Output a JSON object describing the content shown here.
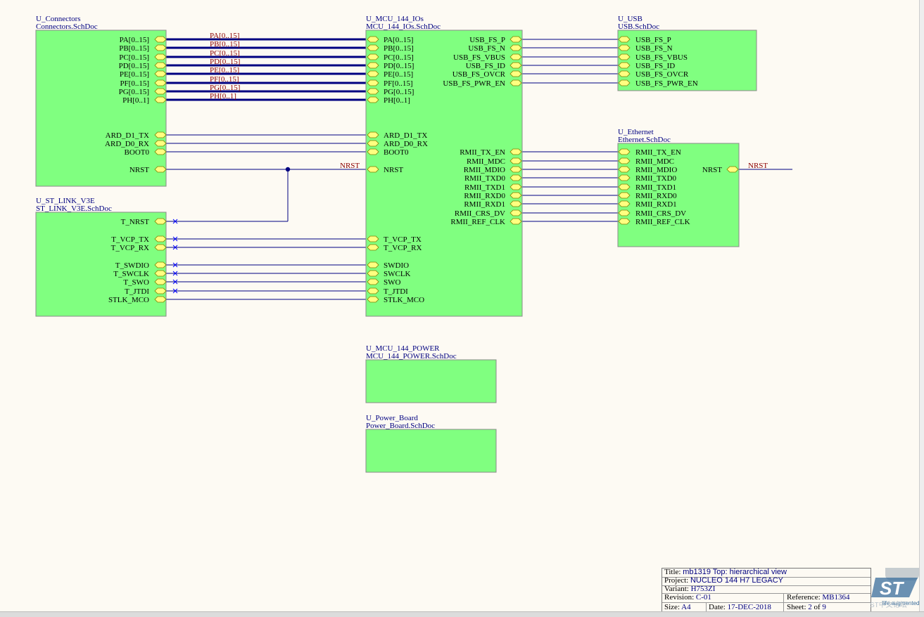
{
  "colors": {
    "sheet_fill": "#80ff80",
    "sheet_border": "#8a8a8a",
    "wire": "#000080",
    "bus": "#000080",
    "port_fill": "#ffff80",
    "port_border": "#808000",
    "header_text": "#000080",
    "net_label": "#8b0000",
    "no_connect": "#0000ff"
  },
  "sheets": {
    "connectors": {
      "designator": "U_Connectors",
      "file": "Connectors.SchDoc",
      "ports": [
        "PA[0..15]",
        "PB[0..15]",
        "PC[0..15]",
        "PD[0..15]",
        "PE[0..15]",
        "PF[0..15]",
        "PG[0..15]",
        "PH[0..1]",
        "ARD_D1_TX",
        "ARD_D0_RX",
        "BOOT0",
        "NRST"
      ]
    },
    "st_link": {
      "designator": "U_ST_LINK_V3E",
      "file": "ST_LINK_V3E.SchDoc",
      "ports": [
        "T_NRST",
        "T_VCP_TX",
        "T_VCP_RX",
        "T_SWDIO",
        "T_SWCLK",
        "T_SWO",
        "T_JTDI",
        "STLK_MCO"
      ]
    },
    "mcu_ios": {
      "designator": "U_MCU_144_IOs",
      "file": "MCU_144_IOs.SchDoc",
      "left_ports": [
        "PA[0..15]",
        "PB[0..15]",
        "PC[0..15]",
        "PD[0..15]",
        "PE[0..15]",
        "PF[0..15]",
        "PG[0..15]",
        "PH[0..1]",
        "ARD_D1_TX",
        "ARD_D0_RX",
        "BOOT0",
        "NRST",
        "T_VCP_TX",
        "T_VCP_RX",
        "SWDIO",
        "SWCLK",
        "SWO",
        "T_JTDI",
        "STLK_MCO"
      ],
      "right_ports": [
        "USB_FS_P",
        "USB_FS_N",
        "USB_FS_VBUS",
        "USB_FS_ID",
        "USB_FS_OVCR",
        "USB_FS_PWR_EN",
        "RMII_TX_EN",
        "RMII_MDC",
        "RMII_MDIO",
        "RMII_TXD0",
        "RMII_TXD1",
        "RMII_RXD0",
        "RMII_RXD1",
        "RMII_CRS_DV",
        "RMII_REF_CLK"
      ]
    },
    "usb": {
      "designator": "U_USB",
      "file": "USB.SchDoc",
      "ports": [
        "USB_FS_P",
        "USB_FS_N",
        "USB_FS_VBUS",
        "USB_FS_ID",
        "USB_FS_OVCR",
        "USB_FS_PWR_EN"
      ]
    },
    "ethernet": {
      "designator": "U_Ethernet",
      "file": "Ethernet.SchDoc",
      "left_ports": [
        "RMII_TX_EN",
        "RMII_MDC",
        "RMII_MDIO",
        "RMII_TXD0",
        "RMII_TXD1",
        "RMII_RXD0",
        "RMII_RXD1",
        "RMII_CRS_DV",
        "RMII_REF_CLK"
      ],
      "right_ports": [
        "NRST"
      ]
    },
    "mcu_power": {
      "designator": "U_MCU_144_POWER",
      "file": "MCU_144_POWER.SchDoc"
    },
    "power_board": {
      "designator": "U_Power_Board",
      "file": "Power_Board.SchDoc"
    }
  },
  "bus_labels": [
    "PA[0..15]",
    "PB[0..15]",
    "PC[0..15]",
    "PD[0..15]",
    "PE[0..15]",
    "PF[0..15]",
    "PG[0..15]",
    "PH[0..1]"
  ],
  "net_labels": {
    "nrst_mcu": "NRST",
    "nrst_eth": "NRST"
  },
  "title_block": {
    "title_key": "Title:",
    "title": "mb1319 Top: hierarchical view",
    "project_key": "Project:",
    "project": "NUCLEO 144 H7 LEGACY",
    "variant_key": "Variant:",
    "variant": "H753ZI",
    "revision_key": "Revision:",
    "revision": "C-01",
    "reference_key": "Reference:",
    "reference": "MB1364",
    "size_key": "Size:",
    "size": "A4",
    "date_key": "Date:",
    "date": "17-DEC-2018",
    "sheet_key": "Sheet:",
    "sheet": "2",
    "of_key": "of",
    "sheet_total": "9"
  },
  "logo": {
    "icon": "st-logo",
    "text": "life.augmented"
  },
  "watermark": "ST中文论坛"
}
